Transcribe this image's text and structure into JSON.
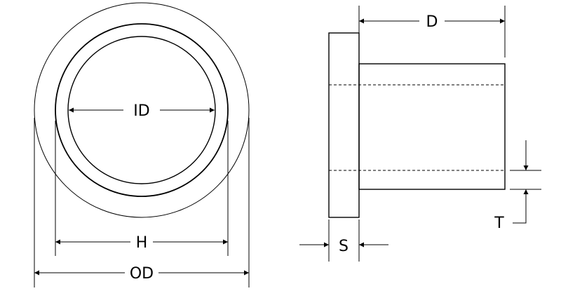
{
  "labels": {
    "id": "ID",
    "h": "H",
    "od": "OD",
    "d": "D",
    "s": "S",
    "t": "T"
  }
}
